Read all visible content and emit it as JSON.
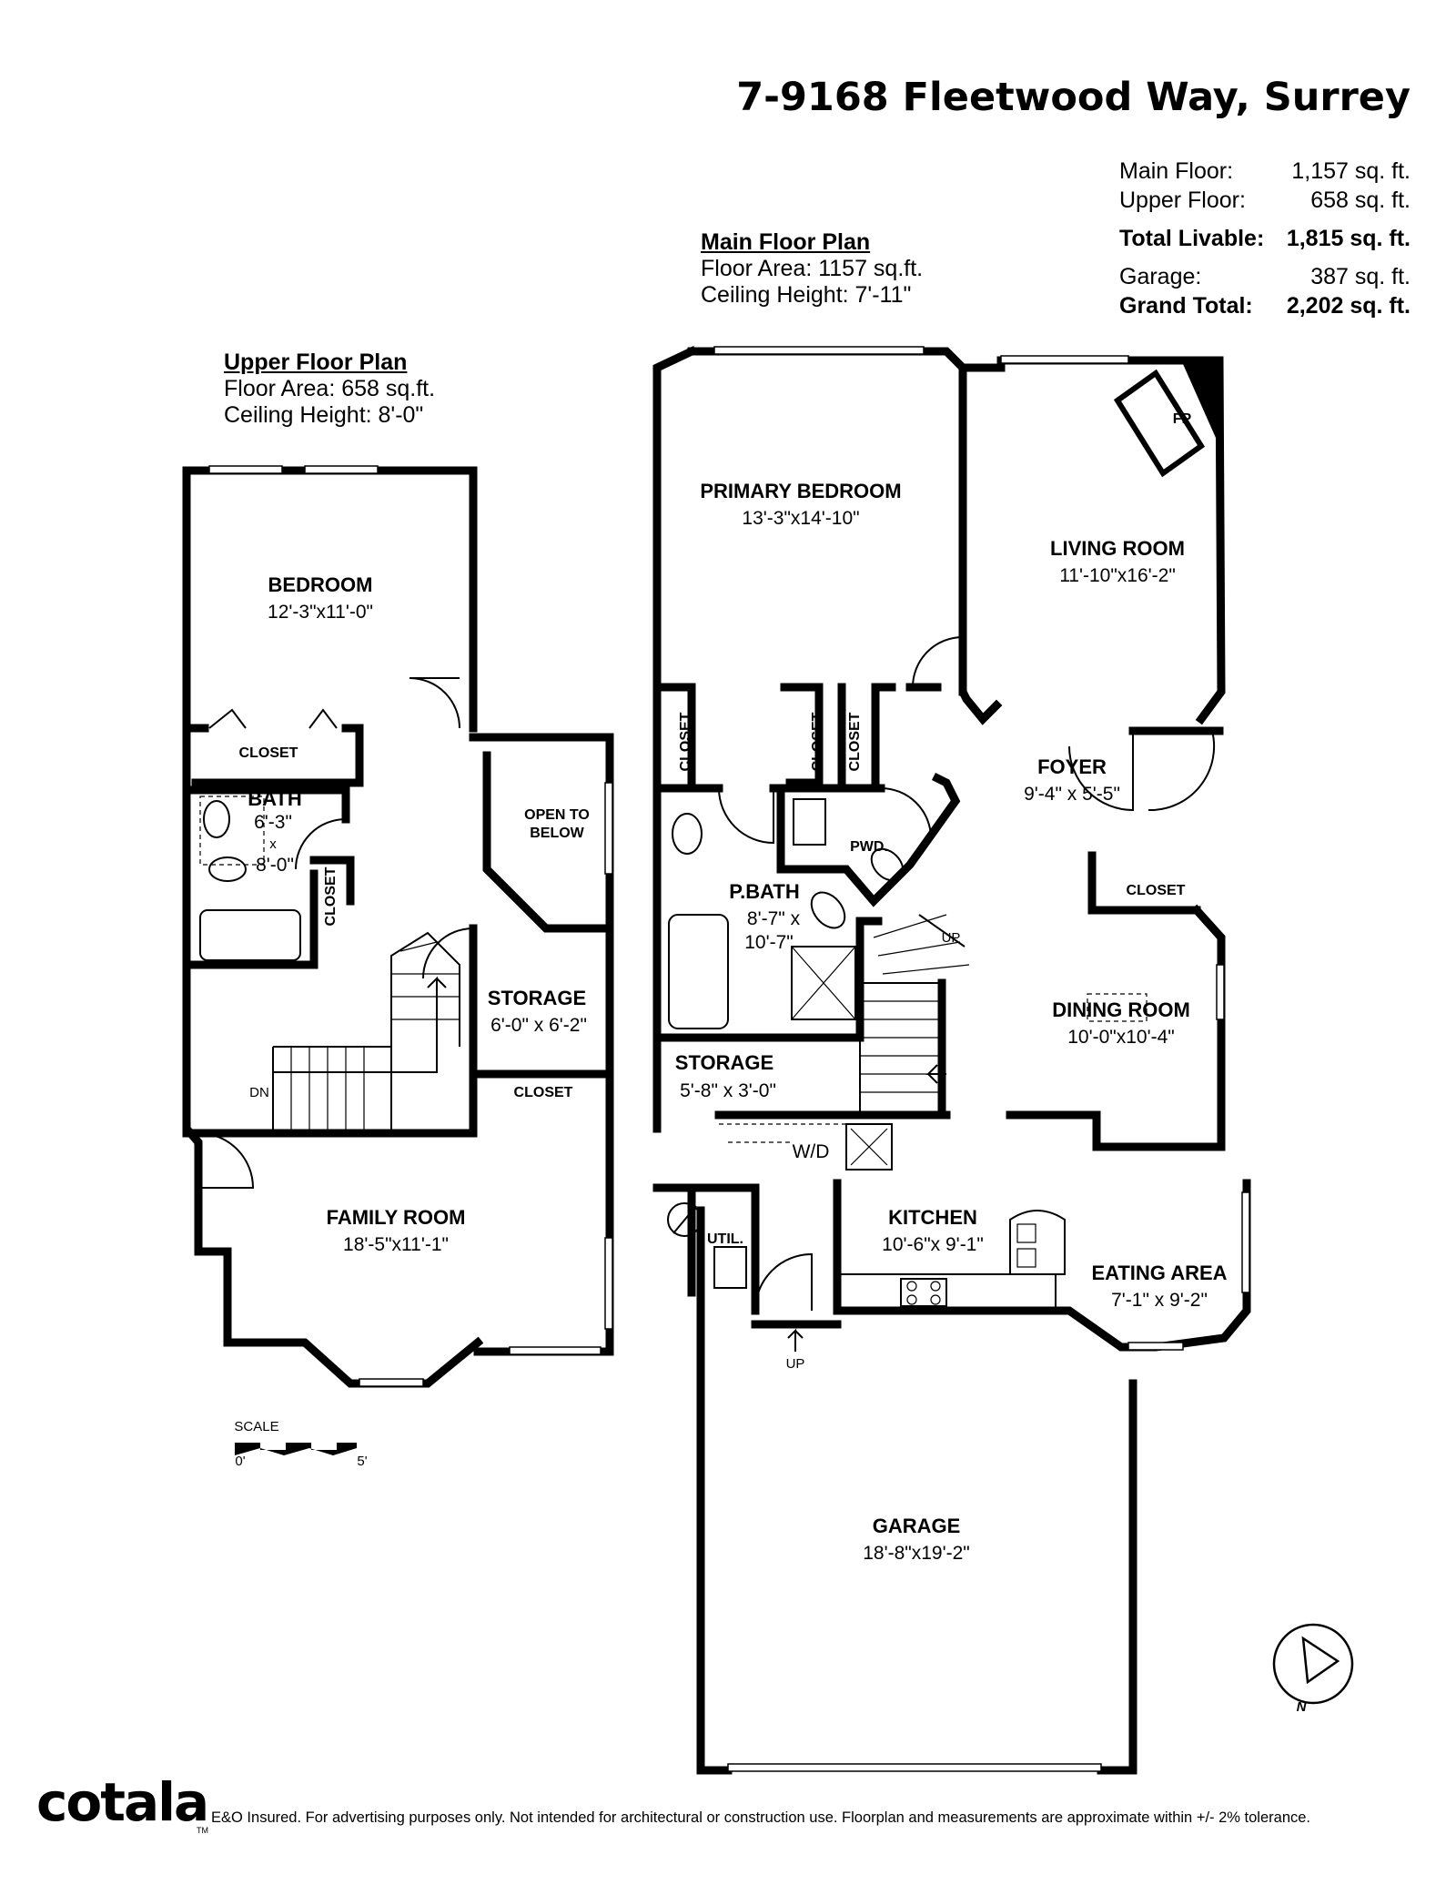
{
  "header": {
    "address": "7-9168 Fleetwood Way, Surrey"
  },
  "summary": {
    "main_floor_label": "Main Floor:",
    "main_floor_value": "1,157 sq. ft.",
    "upper_floor_label": "Upper Floor:",
    "upper_floor_value": "658 sq. ft.",
    "total_livable_label": "Total Livable:",
    "total_livable_value": "1,815 sq. ft.",
    "garage_label": "Garage:",
    "garage_value": "387 sq. ft.",
    "grand_total_label": "Grand Total:",
    "grand_total_value": "2,202 sq. ft."
  },
  "main_plan": {
    "title": "Main Floor Plan",
    "area": "Floor Area: 1157 sq.ft.",
    "ceiling": "Ceiling Height: 7'-11\""
  },
  "upper_plan": {
    "title": "Upper Floor Plan",
    "area": "Floor Area: 658 sq.ft.",
    "ceiling": "Ceiling Height: 8'-0\""
  },
  "rooms": {
    "primary_bedroom": {
      "name": "PRIMARY BEDROOM",
      "dims": "13'-3\"x14'-10\""
    },
    "living_room": {
      "name": "LIVING ROOM",
      "dims": "11'-10\"x16'-2\""
    },
    "fp": "FP",
    "foyer": {
      "name": "FOYER",
      "dims": "9'-4\" x 5'-5\""
    },
    "main_closet_1": "CLOSET",
    "main_closet_2": "CLOSET",
    "main_closet_3": "CLOSET",
    "foyer_closet": "CLOSET",
    "pwd": "PWD.",
    "p_bath": {
      "name": "P.BATH",
      "dims1": "8'-7\" x",
      "dims2": "10'-7\""
    },
    "up_main": "UP",
    "dining_room": {
      "name": "DINING ROOM",
      "dims": "10'-0\"x10'-4\""
    },
    "main_storage": {
      "name": "STORAGE",
      "dims": "5'-8\" x 3'-0\""
    },
    "wd": "W/D",
    "util": "UTIL.",
    "kitchen": {
      "name": "KITCHEN",
      "dims": "10'-6\"x 9'-1\""
    },
    "eating_area": {
      "name": "EATING AREA",
      "dims": "7'-1\" x 9'-2\""
    },
    "up_garage": "UP",
    "garage": {
      "name": "GARAGE",
      "dims": "18'-8\"x19'-2\""
    },
    "bedroom": {
      "name": "BEDROOM",
      "dims": "12'-3\"x11'-0\""
    },
    "upper_closet_1": "CLOSET",
    "upper_bath": {
      "name": "BATH",
      "dims1": "6'-3\"",
      "dims2": "x",
      "dims3": "8'-0\""
    },
    "upper_closet_2": "CLOSET",
    "open_to_below_1": "OPEN TO",
    "open_to_below_2": "BELOW",
    "upper_storage": {
      "name": "STORAGE",
      "dims": "6'-0\" x 6'-2\""
    },
    "upper_closet_3": "CLOSET",
    "dn": "DN",
    "family_room": {
      "name": "FAMILY ROOM",
      "dims": "18'-5\"x11'-1\""
    }
  },
  "scale": {
    "label": "SCALE",
    "start": "0'",
    "end": "5'"
  },
  "compass": {
    "north": "N"
  },
  "footer": {
    "logo": "cotala",
    "tm": "TM",
    "disclaimer": "E&O Insured. For advertising purposes only. Not intended for architectural or construction use. Floorplan and measurements are approximate within +/- 2% tolerance."
  }
}
